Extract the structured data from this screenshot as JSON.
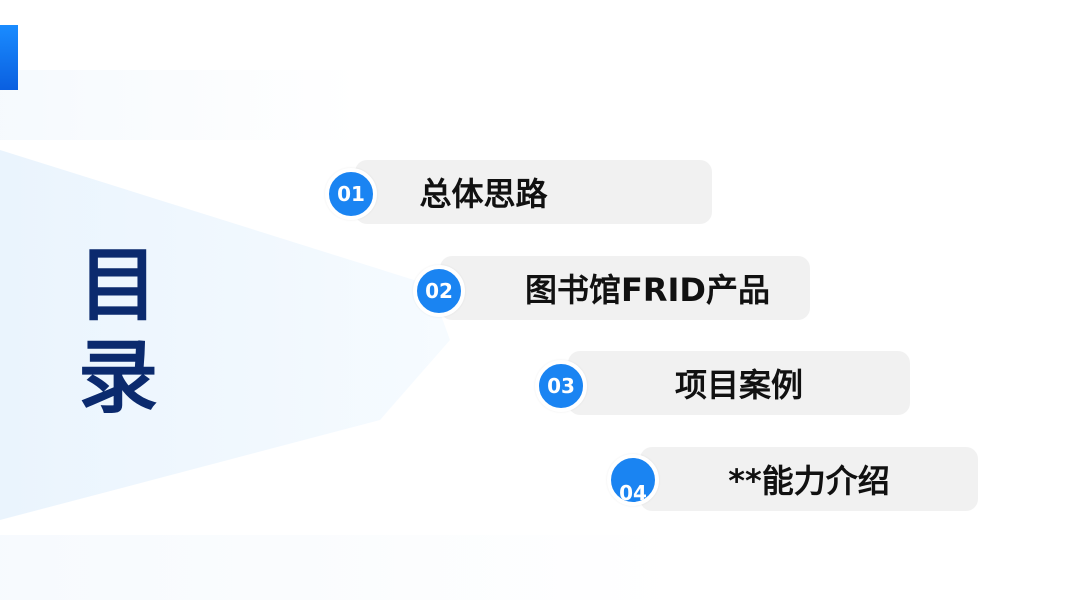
{
  "title": "目录",
  "items": [
    {
      "number": "01",
      "label": "总体思路"
    },
    {
      "number": "02",
      "label": "图书馆FRID产品"
    },
    {
      "number": "03",
      "label": "项目案例"
    },
    {
      "number": "04",
      "label": "**能力介绍"
    }
  ],
  "colors": {
    "accent": "#1a84f2",
    "title": "#0b2a6e",
    "pill": "#f1f1f1"
  }
}
